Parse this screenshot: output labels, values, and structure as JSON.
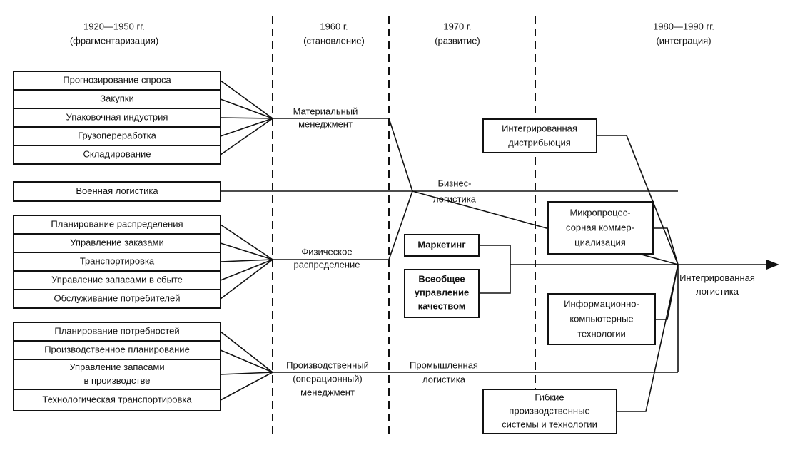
{
  "periods": [
    {
      "years": "1920—1950 гг.",
      "stage": "(фрагментаризация)"
    },
    {
      "years": "1960 г.",
      "stage": "(становление)"
    },
    {
      "years": "1970 г.",
      "stage": "(развитие)"
    },
    {
      "years": "1980—1990 гг.",
      "stage": "(интеграция)"
    }
  ],
  "group1": [
    "Прогнозирование спроса",
    "Закупки",
    "Упаковочная индустрия",
    "Грузопереработка",
    "Складирование"
  ],
  "military": "Военная логистика",
  "group2": [
    "Планирование распределения",
    "Управление заказами",
    "Транспортировка",
    "Управление запасами в сбыте",
    "Обслуживание потребителей"
  ],
  "group3": [
    "Планирование потребностей",
    "Производственное планирование",
    [
      "Управление запасами",
      "в производстве"
    ],
    "Технологическая транспортировка"
  ],
  "stage1960": {
    "material": [
      "Материальный",
      "менеджмент"
    ],
    "physical": [
      "Физическое",
      "распределение"
    ],
    "production": [
      "Производственный",
      "(операционный)",
      "менеджмент"
    ]
  },
  "stage1970": {
    "business": [
      "Бизнес-",
      "логистика"
    ],
    "industrial": [
      "Промышленная",
      "логистика"
    ],
    "marketing": "Маркетинг",
    "quality": [
      "Всеобщее",
      "управление",
      "качеством"
    ]
  },
  "stage1980": {
    "integrated_distribution": [
      "Интегрированная",
      "дистрибьюция"
    ],
    "microprocessor": [
      "Микропроцес-",
      "сорная коммер-",
      "циализация"
    ],
    "info_tech": [
      "Информационно-",
      "компьютерные",
      "технологии"
    ],
    "flexible": [
      "Гибкие",
      "производственные",
      "системы и технологии"
    ]
  },
  "result": [
    "Интегрированная",
    "логистика"
  ]
}
